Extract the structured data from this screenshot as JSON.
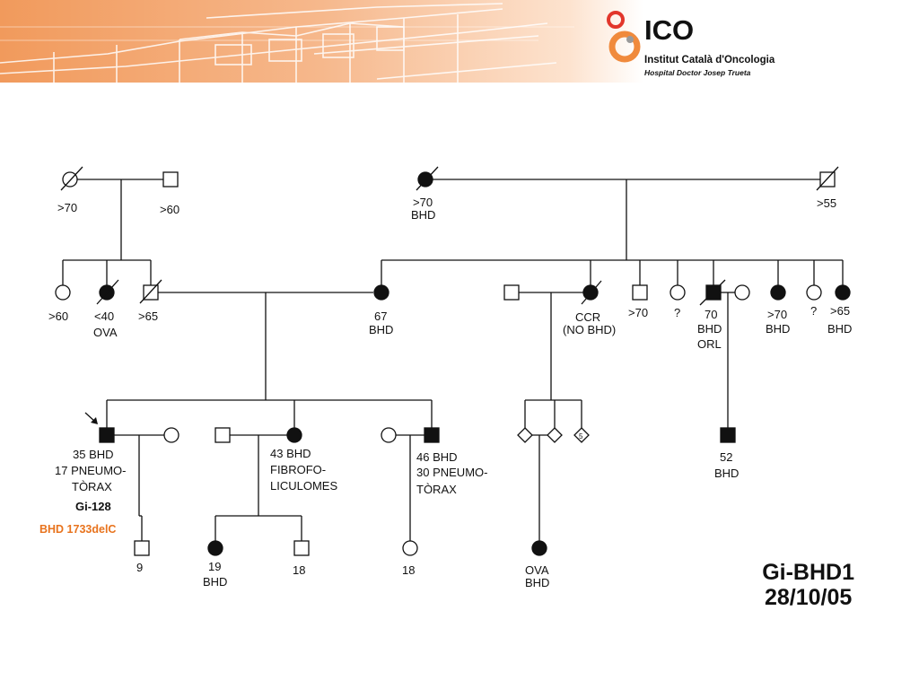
{
  "logo": {
    "acronym": "ICO",
    "name": "Institut Català d'Oncologia",
    "hospital": "Hospital Doctor Josep Trueta",
    "brand_colors": {
      "orange": "#f08a3c",
      "red": "#e2362b",
      "gray": "#9a9a9a"
    }
  },
  "banner": {
    "accent_color": "#f3a36b"
  },
  "title": {
    "line1": "Gi-BHD1",
    "line2": "28/10/05"
  },
  "labels": {
    "gen1_maternal_grandmother_age": ">70",
    "gen1_maternal_grandfather_age": ">60",
    "gen1_paternal_grandmother_age": ">70",
    "gen1_paternal_grandmother_dx": "BHD",
    "gen1_paternal_grandfather_age": ">55",
    "gen2_aunt1_age": ">60",
    "gen2_aunt2_age": "<40",
    "gen2_aunt2_dx": "OVA",
    "gen2_uncle1_age": ">65",
    "gen2_mother_age": "67",
    "gen2_mother_dx": "BHD",
    "gen2_aunt3_dx1": "CCR",
    "gen2_aunt3_dx2": "(NO BHD)",
    "gen2_uncle2_age": ">70",
    "gen2_aunt4_age": "?",
    "gen2_uncle3_age": "70",
    "gen2_uncle3_dx1": "BHD",
    "gen2_uncle3_dx2": "ORL",
    "gen2_aunt5_age": ">70",
    "gen2_aunt5_dx": "BHD",
    "gen2_aunt6_age": "?",
    "gen2_aunt7_age": ">65",
    "gen2_aunt7_dx": "BHD",
    "gen3_proband_1": "35 BHD",
    "gen3_proband_2": "17 PNEUMO-",
    "gen3_proband_3": "TÒRAX",
    "gen3_proband_id": "Gi-128",
    "gen3_proband_mutation": "BHD 1733delC",
    "gen3_sister_1": "43 BHD",
    "gen3_sister_2": "FIBROFO-",
    "gen3_sister_3": "LICULOMES",
    "gen3_brother_1": "46 BHD",
    "gen3_brother_2": "30 PNEUMO-",
    "gen3_brother_3": "TÒRAX",
    "gen3_sibship_count": "5",
    "gen3_cousin_age": "52",
    "gen3_cousin_dx": "BHD",
    "gen4_proband_son_age": "9",
    "gen4_niece_age": "19",
    "gen4_niece_dx": "BHD",
    "gen4_nephew_age": "18",
    "gen4_brother_daughter_age": "18",
    "gen4_cousin_child_dx1": "OVA",
    "gen4_cousin_child_dx2": "BHD"
  }
}
